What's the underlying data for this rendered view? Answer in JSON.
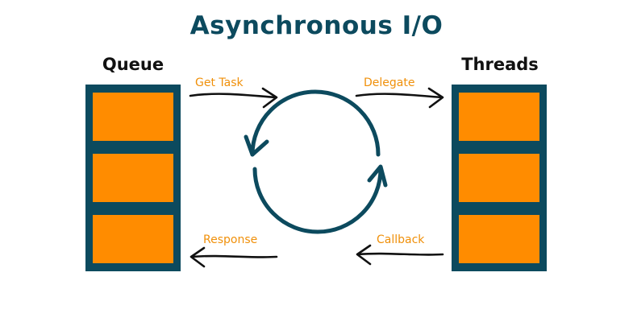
{
  "title": "Asynchronous I/O",
  "queue": {
    "heading": "Queue",
    "slots": 3
  },
  "threads": {
    "heading": "Threads",
    "slots": 3
  },
  "edges": {
    "get_task": "Get Task",
    "delegate": "Delegate",
    "callback": "Callback",
    "response": "Response"
  },
  "colors": {
    "title": "#0c4a5e",
    "frame": "#0c4a5e",
    "slot": "#ff8c00",
    "edge_label": "#f0900a",
    "arrow": "#111111",
    "cycle": "#0c4a5e"
  },
  "icons": {
    "cycle": "circular-arrows-icon",
    "arrow": "hand-drawn-arrow"
  }
}
